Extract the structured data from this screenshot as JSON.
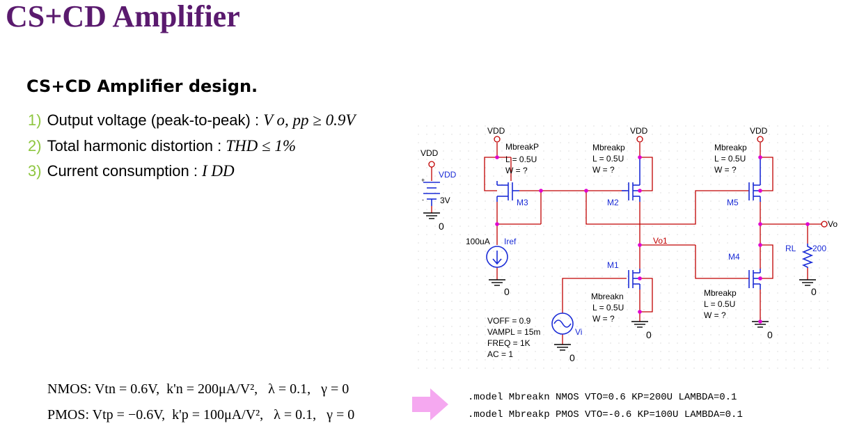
{
  "title": "CS+CD Amplifier",
  "subtitle": "CS+CD Amplifier design.",
  "requirements": [
    {
      "num": "1)",
      "text": "Output voltage (peak-to-peak) :",
      "math": "V o, pp ≥ 0.9V"
    },
    {
      "num": "2)",
      "text": "Total harmonic distortion :",
      "math": "THD ≤ 1%"
    },
    {
      "num": "3)",
      "text": "Current consumption :",
      "math": "I DD"
    }
  ],
  "params": {
    "nmos": "NMOS: Vtn = 0.6V,  k'n = 200μA/V²,   λ = 0.1,   γ = 0",
    "pmos": "PMOS: Vtp = −0.6V,  k'p = 100μA/V²,   λ = 0.1,   γ = 0"
  },
  "models": {
    "nmos": ".model Mbreakn NMOS VTO=0.6 KP=200U LAMBDA=0.1",
    "pmos": ".model Mbreakp PMOS VTO=-0.6 KP=100U LAMBDA=0.1"
  },
  "schematic": {
    "vdd": "VDD",
    "src_name": "VDD",
    "src_value": "3V",
    "gnd": "0",
    "iref_value": "100uA",
    "iref_name": "Iref",
    "m3_model": "MbreakP",
    "m2_model": "Mbreakp",
    "m5_model": "Mbreakp",
    "m1_model": "Mbreakn",
    "m4_model": "Mbreakp",
    "l_value": "L = 0.5U",
    "w_value": "W = ?",
    "m1": "M1",
    "m2": "M2",
    "m3": "M3",
    "m4": "M4",
    "m5": "M5",
    "vo1": "Vo1",
    "vo": "Vo",
    "rl_name": "RL",
    "rl_value": "200",
    "vi": "Vi",
    "voff": "VOFF = 0.9",
    "vampl": "VAMPL = 15m",
    "freq": "FREQ = 1K",
    "ac": "AC = 1",
    "plus": "+",
    "minus": "-"
  }
}
